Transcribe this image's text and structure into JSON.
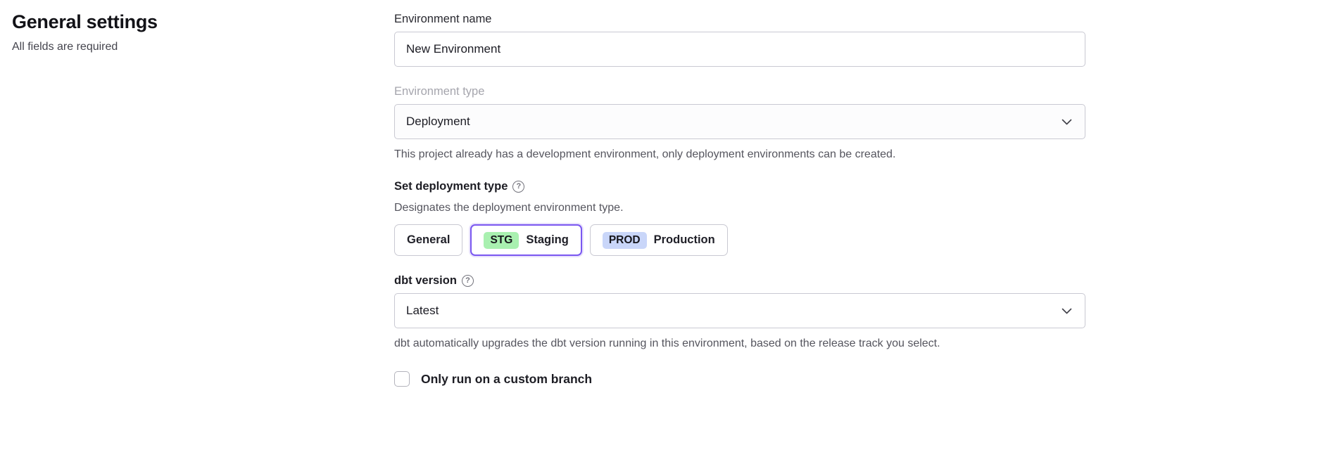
{
  "page": {
    "title": "General settings",
    "subtitle": "All fields are required"
  },
  "form": {
    "environment_name": {
      "label": "Environment name",
      "value": "New Environment"
    },
    "environment_type": {
      "label": "Environment type",
      "value": "Deployment",
      "disabled": true,
      "helper": "This project already has a development environment, only deployment environments can be created."
    },
    "deployment_type": {
      "label": "Set deployment type",
      "helper": "Designates the deployment environment type.",
      "options": [
        {
          "label": "General",
          "badge": "",
          "selected": false
        },
        {
          "label": "Staging",
          "badge": "STG",
          "selected": true
        },
        {
          "label": "Production",
          "badge": "PROD",
          "selected": false
        }
      ]
    },
    "dbt_version": {
      "label": "dbt version",
      "value": "Latest",
      "helper": "dbt automatically upgrades the dbt version running in this environment, based on the release track you select."
    },
    "custom_branch": {
      "label": "Only run on a custom branch",
      "checked": false
    }
  },
  "icons": {
    "help": "?",
    "chevron_down": "chevron-down"
  },
  "colors": {
    "accent_selected_border": "#7a57f0",
    "staging_badge_bg": "#a9f0b0",
    "production_badge_bg": "#c9d6f9",
    "disabled_label": "#a5a5ad",
    "helper_text": "#55555e"
  }
}
